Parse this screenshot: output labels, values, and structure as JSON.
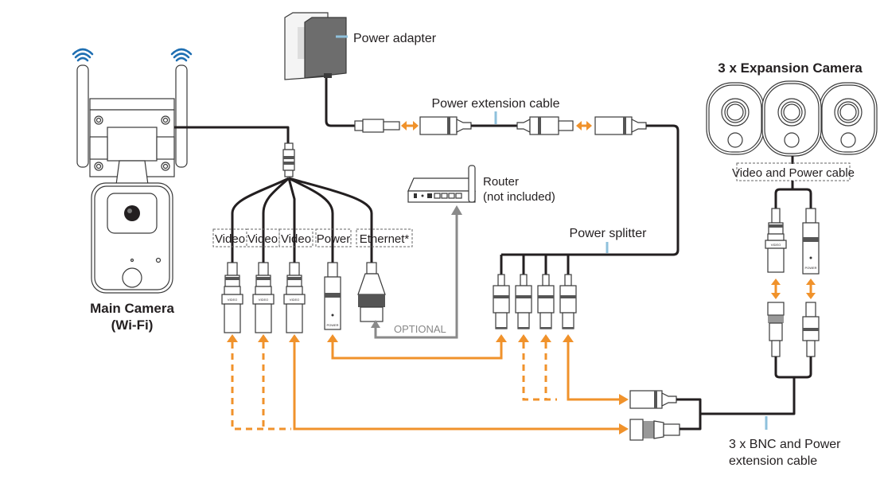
{
  "diagram": {
    "title": "Camera system wiring diagram",
    "labels": {
      "power_adapter": "Power adapter",
      "power_extension_cable": "Power extension cable",
      "router_line1": "Router",
      "router_line2": "(not included)",
      "power_splitter": "Power splitter",
      "expansion_camera": "3 x  Expansion Camera",
      "video_power_cable": "Video and Power cable",
      "main_camera_line1": "Main Camera",
      "main_camera_line2": "(Wi-Fi)",
      "optional": "OPTIONAL",
      "bnc_ext_line1": "3 x BNC and Power",
      "bnc_ext_line2": "extension cable"
    },
    "breakout_ports": [
      "Video",
      "Video",
      "Video",
      "Power",
      "Ethernet*"
    ],
    "connector_tags": {
      "video": "VIDEO",
      "power": "POWER"
    },
    "colors": {
      "arrow": "#f0922b",
      "leader": "#8fc1dc",
      "wifi": "#1f6fb2",
      "cable": "#231f20"
    }
  }
}
